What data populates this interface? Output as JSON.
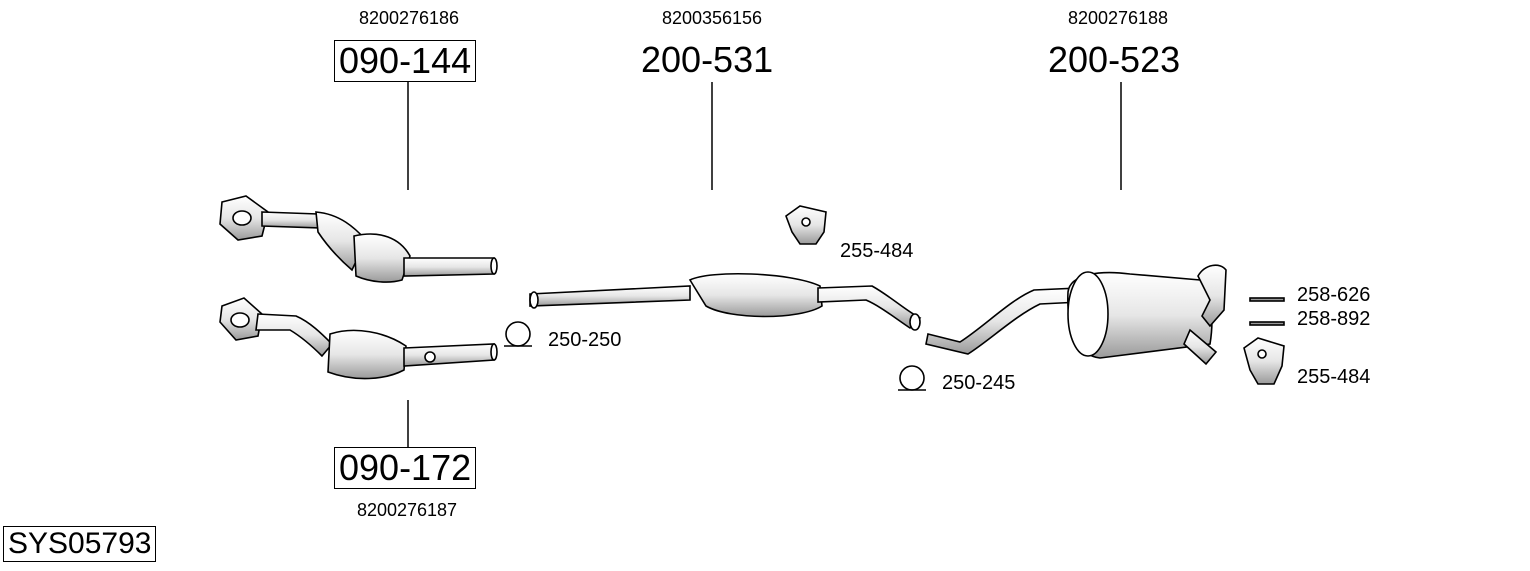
{
  "system_id": "SYS05793",
  "parts": {
    "front_cat_top": {
      "number": "090-144",
      "oem": "8200276186"
    },
    "front_cat_bottom": {
      "number": "090-172",
      "oem": "8200276187"
    },
    "middle_silencer": {
      "number": "200-531",
      "oem": "8200356156"
    },
    "rear_silencer": {
      "number": "200-523",
      "oem": "8200276188"
    }
  },
  "accessories": {
    "hanger_middle": "255-484",
    "clamp_front": "250-250",
    "clamp_rear": "250-245",
    "bolt_1": "258-626",
    "bolt_2": "258-892",
    "hanger_rear": "255-484"
  },
  "colors": {
    "line": "#000000",
    "fill": "#ffffff",
    "shade": "#bdbdbd"
  }
}
